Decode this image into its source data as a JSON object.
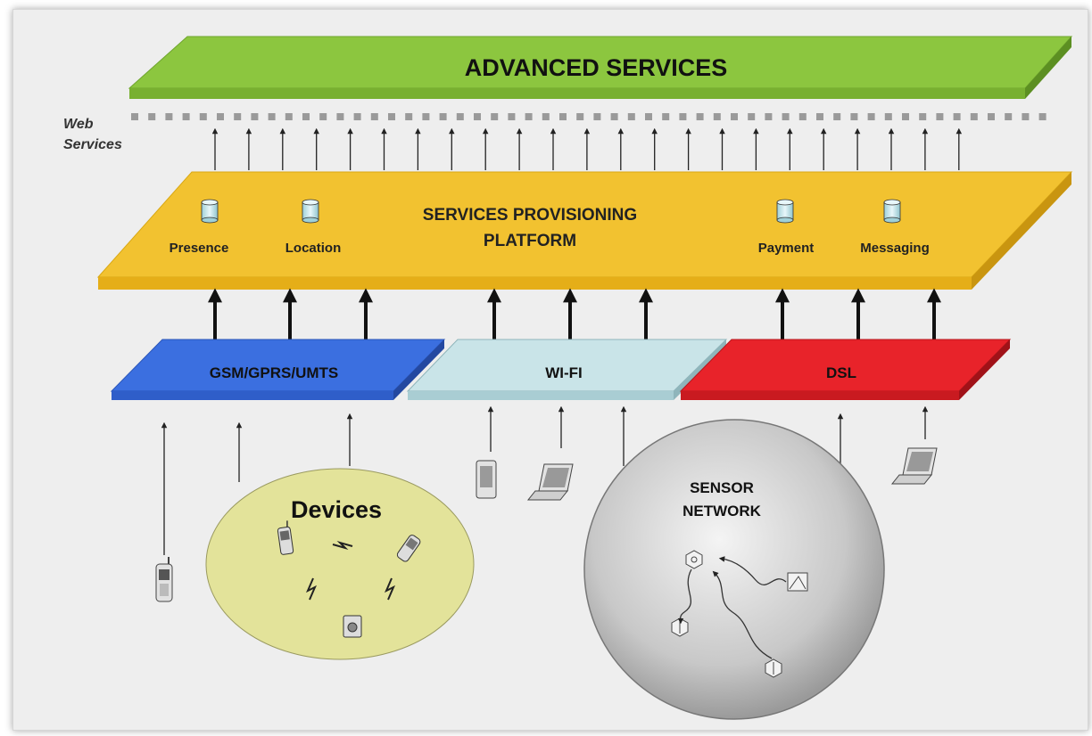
{
  "top_layer": {
    "label": "ADVANCED SERVICES",
    "color": "#8cc63f"
  },
  "web_services": {
    "line1": "Web",
    "line2": "Services"
  },
  "platform": {
    "title_line1": "SERVICES PROVISIONING",
    "title_line2": "PLATFORM",
    "color": "#f2c230",
    "databases": [
      {
        "label": "Presence",
        "icon": "database-icon"
      },
      {
        "label": "Location",
        "icon": "database-icon"
      },
      {
        "label": "Payment",
        "icon": "database-icon"
      },
      {
        "label": "Messaging",
        "icon": "database-icon"
      }
    ]
  },
  "networks": [
    {
      "label": "GSM/GPRS/UMTS",
      "color": "#3b6fe0"
    },
    {
      "label": "WI-FI",
      "color": "#c9e4e8"
    },
    {
      "label": "DSL",
      "color": "#e8232a"
    }
  ],
  "devices": {
    "label": "Devices",
    "color": "#e3e39a"
  },
  "sensor_network": {
    "line1": "SENSOR",
    "line2": "NETWORK"
  }
}
